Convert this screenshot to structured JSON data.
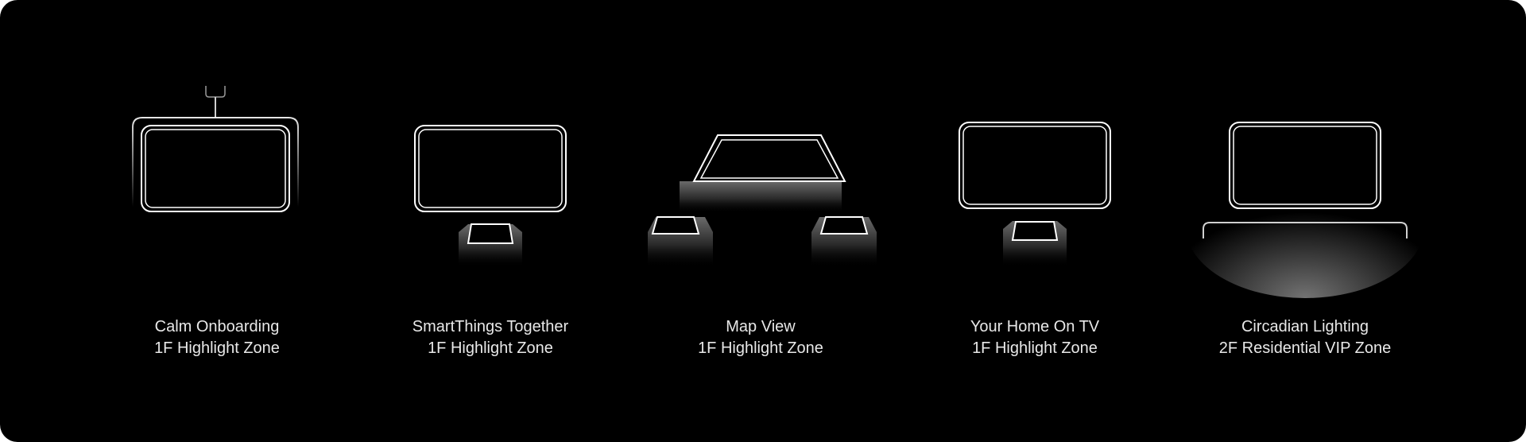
{
  "background_color": "#000000",
  "outline_color": "#ffffff",
  "zones": [
    {
      "title": "Calm Onboarding",
      "subtitle": "1F Highlight Zone",
      "icon": "wall-tv-icon"
    },
    {
      "title": "SmartThings Together",
      "subtitle": "1F Highlight Zone",
      "icon": "tv-with-phone-icon"
    },
    {
      "title": "Map View",
      "subtitle": "1F Highlight Zone",
      "icon": "table-display-with-phones-icon"
    },
    {
      "title": "Your Home On TV",
      "subtitle": "1F Highlight Zone",
      "icon": "tv-with-phone-icon"
    },
    {
      "title": "Circadian Lighting",
      "subtitle": "2F Residential VIP Zone",
      "icon": "tv-with-light-bar-icon"
    }
  ]
}
